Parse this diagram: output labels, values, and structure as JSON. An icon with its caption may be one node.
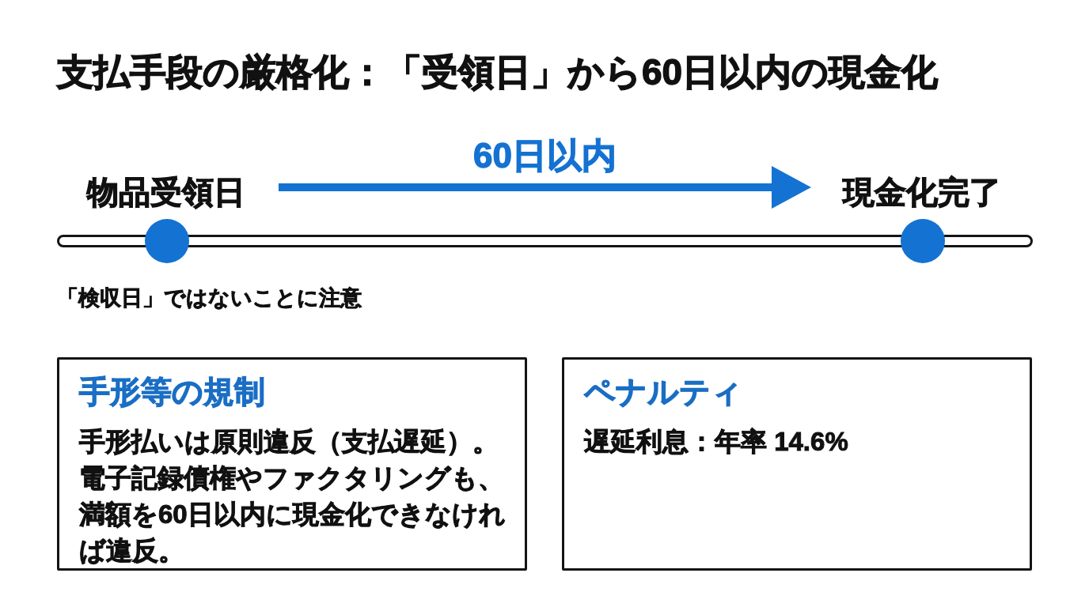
{
  "diagram": {
    "title": "支払手段の厳格化：「受領日」から60日以内の現金化",
    "nodes": [
      {
        "text": [
          "物品受領日"
        ]
      },
      {
        "text": [
          "現金化完了"
        ]
      },
      {
        "text": [
          "手形等の規制",
          "手形払いは原則違反（支払遅延）。電子記録債権やファクタリングも、満額を60日以内に現金化できなければ違反。"
        ]
      },
      {
        "text": [
          "ペナルティ",
          "遅延利息：年率 14.6%"
        ]
      }
    ],
    "edges": [
      {
        "from": 0,
        "to": 1,
        "arrow": "to",
        "label": "60日以内",
        "color": "#1472d2"
      }
    ],
    "labels": [
      "「検収日」ではないことに注意"
    ]
  }
}
